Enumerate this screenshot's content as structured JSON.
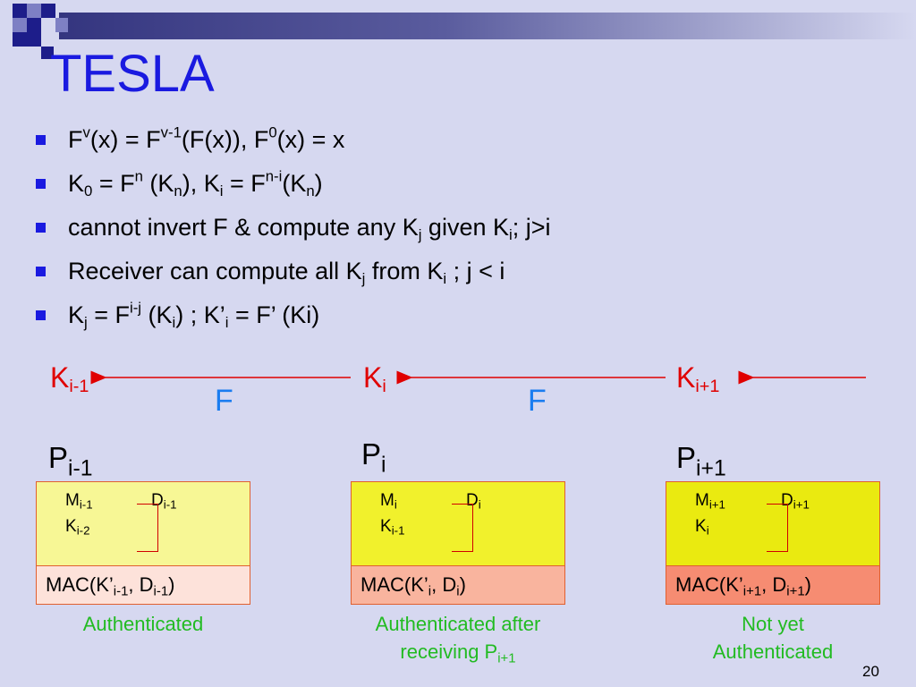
{
  "slide": {
    "title": "TESLA",
    "page_number": "20"
  },
  "bullets": [
    "F^v(x) = F^{v-1}(F(x)), F^0(x) = x",
    "K_0 = F^n (K_n), K_i = F^{n-i}(K_n)",
    "cannot invert F & compute any K_j given K_i; j>i",
    "Receiver can compute all K_j from K_i ; j < i",
    "K_j = F^{i-j} (K_i) ; K’_i = F’ (Ki)"
  ],
  "chain": {
    "keys": [
      {
        "base": "K",
        "sub": "i-1"
      },
      {
        "base": "K",
        "sub": "i"
      },
      {
        "base": "K",
        "sub": "i+1"
      }
    ],
    "function_labels": [
      "F",
      "F"
    ]
  },
  "packets": [
    {
      "label": {
        "base": "P",
        "sub": "i-1"
      },
      "message": {
        "base": "M",
        "sub": "i-1"
      },
      "data": {
        "base": "D",
        "sub": "i-1"
      },
      "key": {
        "base": "K",
        "sub": "i-2"
      },
      "mac": {
        "pre": "MAC(K’",
        "s1": "i-1",
        "mid": ", D",
        "s2": "i-1",
        "post": ")"
      },
      "status": {
        "line1": "Authenticated",
        "line2": "",
        "line2_sub": ""
      }
    },
    {
      "label": {
        "base": "P",
        "sub": "i"
      },
      "message": {
        "base": "M",
        "sub": "i"
      },
      "data": {
        "base": "D",
        "sub": "i"
      },
      "key": {
        "base": "K",
        "sub": "i-1"
      },
      "mac": {
        "pre": "MAC(K’",
        "s1": "i",
        "mid": ", D",
        "s2": "i",
        "post": ")"
      },
      "status": {
        "line1": "Authenticated after",
        "line2": "receiving P",
        "line2_sub": "i+1"
      }
    },
    {
      "label": {
        "base": "P",
        "sub": "i+1"
      },
      "message": {
        "base": "M",
        "sub": "i+1"
      },
      "data": {
        "base": "D",
        "sub": "i+1"
      },
      "key": {
        "base": "K",
        "sub": "i"
      },
      "mac": {
        "pre": "MAC(K’",
        "s1": "i+1",
        "mid": ", D",
        "s2": "i+1",
        "post": ")"
      },
      "status": {
        "line1": "Not yet",
        "line2": "Authenticated",
        "line2_sub": ""
      }
    }
  ],
  "colors": {
    "title": "#1a1ae0",
    "bullet_marker": "#1a1ae0",
    "key_red": "#e00000",
    "function_blue": "#1a7cf0",
    "status_green": "#22bb22",
    "packet_fills": [
      "#f7f795",
      "#f1f12c",
      "#eaea10"
    ],
    "mac_fills": [
      "#fde2da",
      "#f9b49e",
      "#f68c72"
    ]
  }
}
